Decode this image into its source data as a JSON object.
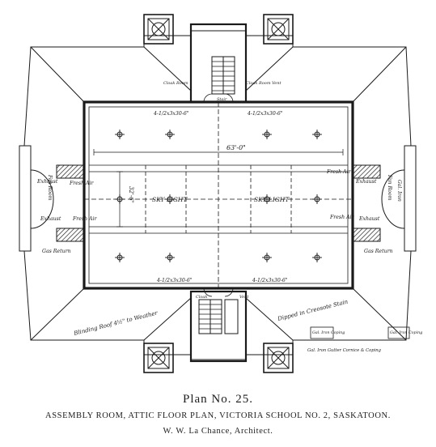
{
  "plan_labels": {
    "sky_light_left": "SKY LIGHT",
    "sky_light_right": "SKY LIGHT",
    "dim_width": "63'-0\"",
    "dim_height": "32'-6\"",
    "truss_top_left": "4-1/2x3x30-6\"",
    "truss_top_right": "4-1/2x3x30-6\"",
    "truss_bottom_left": "4-1/2x3x30-6\"",
    "truss_bottom_right": "4-1/2x3x30-6\"",
    "fresh_air_tl": "Fresh Air",
    "fresh_air_tr": "Fresh Air",
    "fresh_air_bl": "Fresh Air",
    "fresh_air_br": "Fresh Air",
    "exhaust_tl": "Exhaust",
    "exhaust_tr": "Exhaust",
    "exhaust_bl": "Exhaust",
    "exhaust_br": "Exhaust",
    "fan_room_left": "Fan Room",
    "fan_room_right": "Fan Room",
    "gas_return_left": "Gas Return",
    "gas_return_right": "Gas Return",
    "cloak_top": "Cloak Room",
    "cloak_top_right": "Cloak Room Vent",
    "stair_top": "Stair",
    "vent_bottom_left": "Cloak",
    "vent_bottom_right": "Vent",
    "blinding_roof": "Blinding Roof 4½\" to Weather",
    "dipped_stain": "Dipped in Creosote Stain",
    "gal_coping_left": "Gal. Iron Coping",
    "gal_coping_right": "Gal. Iron Coping",
    "gutter_cornice": "Gal. Iron Gutter Cornice & Coping",
    "gal_iron_right": "Gal. Iron"
  },
  "caption": {
    "title": "Plan No. 25.",
    "subtitle": "ASSEMBLY ROOM, ATTIC FLOOR PLAN, VICTORIA SCHOOL NO. 2, SASKATOON.",
    "architect": "W. W. La Chance, Architect."
  }
}
